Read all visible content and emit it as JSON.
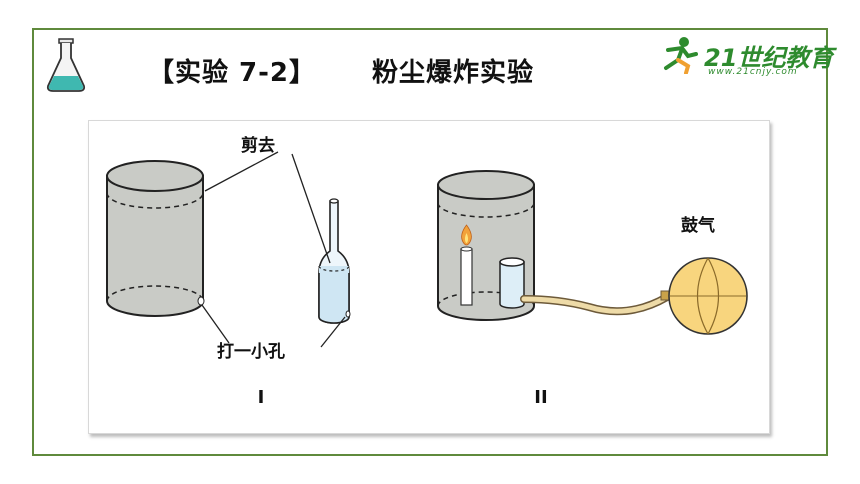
{
  "header": {
    "experiment_label": "【实验 7-2】",
    "experiment_title": "粉尘爆炸实验"
  },
  "brand": {
    "name": "21世纪教育",
    "url": "www.21cnjy.com",
    "color": "#2e8b2e"
  },
  "diagram": {
    "label_cut": "剪去",
    "label_hole": "打一小孔",
    "label_blow": "鼓气",
    "part_one": "I",
    "part_two": "II"
  },
  "colors": {
    "frame": "#5f8a3c",
    "can": "#c9cbc6",
    "balloon": "#f8d57e",
    "tube": "#eedba8",
    "bottle": "#cfe6f3",
    "flame": "#f2a23a",
    "flask_liquid": "#3fb8b0"
  },
  "icons": [
    "flask-icon",
    "runner-logo-icon"
  ]
}
